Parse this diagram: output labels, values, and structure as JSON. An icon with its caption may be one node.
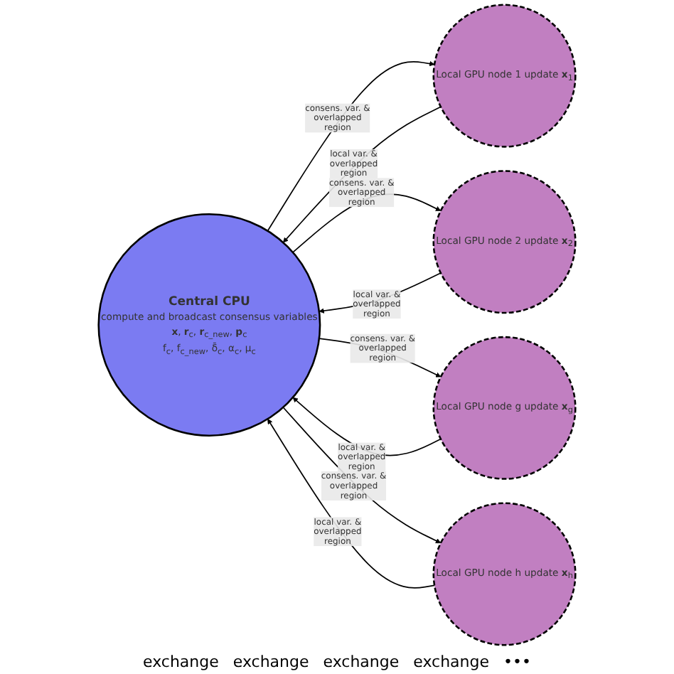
{
  "diagram": {
    "nodes": [
      {
        "text": [
          "Central CPU",
          "compute and broadcast consensus variables",
          "**x**, **r**$_{c}$, **r**$_{c_new}$, **p**$_{c}$",
          "f$_{c}$, f$_{c_new}$, δ̄$_{c}$, α$_{c}$, μ$_{c}$"
        ]
      },
      {
        "text": [
          "Local GPU node 1 update **x**$_{1}$"
        ]
      },
      {
        "text": [
          "Local GPU node 2 update **x**$_{2}$"
        ]
      },
      {
        "text": [
          "Local GPU node g update **x**$_{g}$"
        ]
      },
      {
        "text": [
          "Local GPU node h update **x**$_{h}$"
        ]
      }
    ],
    "edges": [
      {
        "from": 1,
        "to": 0,
        "arrow": "to",
        "label": "local var. & overlapped region"
      },
      {
        "from": 0,
        "to": 1,
        "arrow": "to",
        "label": "consens. var. & overlapped region"
      },
      {
        "from": 2,
        "to": 0,
        "arrow": "to",
        "label": "local var. & overlapped region"
      },
      {
        "from": 0,
        "to": 2,
        "arrow": "to",
        "label": "consens. var. & overlapped region"
      },
      {
        "from": 0,
        "to": 3,
        "arrow": "to",
        "label": "consens. var. & overlapped region"
      },
      {
        "from": 3,
        "to": 0,
        "arrow": "to",
        "label": "local var. & overlapped region"
      },
      {
        "from": 0,
        "to": 4,
        "arrow": "to",
        "label": "consens. var. & overlapped region"
      },
      {
        "from": 4,
        "to": 0,
        "arrow": "to",
        "label": "local var. & overlapped region"
      }
    ],
    "labels": [
      "exchange",
      "exchange",
      "exchange",
      "exchange",
      "•••"
    ]
  }
}
